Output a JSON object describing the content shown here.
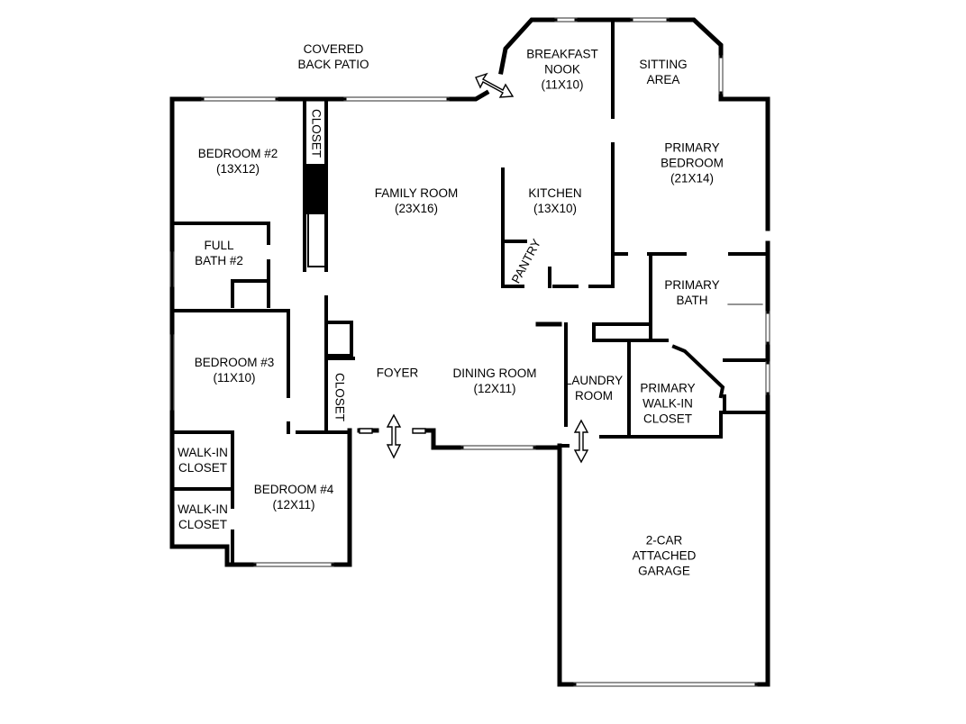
{
  "rooms": {
    "patio": {
      "l1": "COVERED",
      "l2": "BACK PATIO"
    },
    "breakfast_nook": {
      "l1": "BREAKFAST",
      "l2": "NOOK",
      "l3": "(11X10)"
    },
    "sitting_area": {
      "l1": "SITTING",
      "l2": "AREA"
    },
    "closet_bed2": {
      "l1": "CLOSET"
    },
    "bedroom2": {
      "l1": "BEDROOM #2",
      "l2": "(13X12)"
    },
    "family_room": {
      "l1": "FAMILY ROOM",
      "l2": "(23X16)"
    },
    "kitchen": {
      "l1": "KITCHEN",
      "l2": "(13X10)"
    },
    "primary_bedroom": {
      "l1": "PRIMARY",
      "l2": "BEDROOM",
      "l3": "(21X14)"
    },
    "full_bath2": {
      "l1": "FULL",
      "l2": "BATH #2"
    },
    "pantry": {
      "l1": "PANTRY"
    },
    "primary_bath": {
      "l1": "PRIMARY",
      "l2": "BATH"
    },
    "bedroom3": {
      "l1": "BEDROOM #3",
      "l2": "(11X10)"
    },
    "foyer": {
      "l1": "FOYER"
    },
    "dining_room": {
      "l1": "DINING ROOM",
      "l2": "(12X11)"
    },
    "laundry_room": {
      "l1": "LAUNDRY",
      "l2": "ROOM"
    },
    "primary_walkin": {
      "l1": "PRIMARY",
      "l2": "WALK-IN",
      "l3": "CLOSET"
    },
    "closet_foyer": {
      "l1": "CLOSET"
    },
    "walkin1": {
      "l1": "WALK-IN",
      "l2": "CLOSET"
    },
    "walkin2": {
      "l1": "WALK-IN",
      "l2": "CLOSET"
    },
    "bedroom4": {
      "l1": "BEDROOM #4",
      "l2": "(12X11)"
    },
    "garage": {
      "l1": "2-CAR",
      "l2": "ATTACHED",
      "l3": "GARAGE"
    }
  }
}
